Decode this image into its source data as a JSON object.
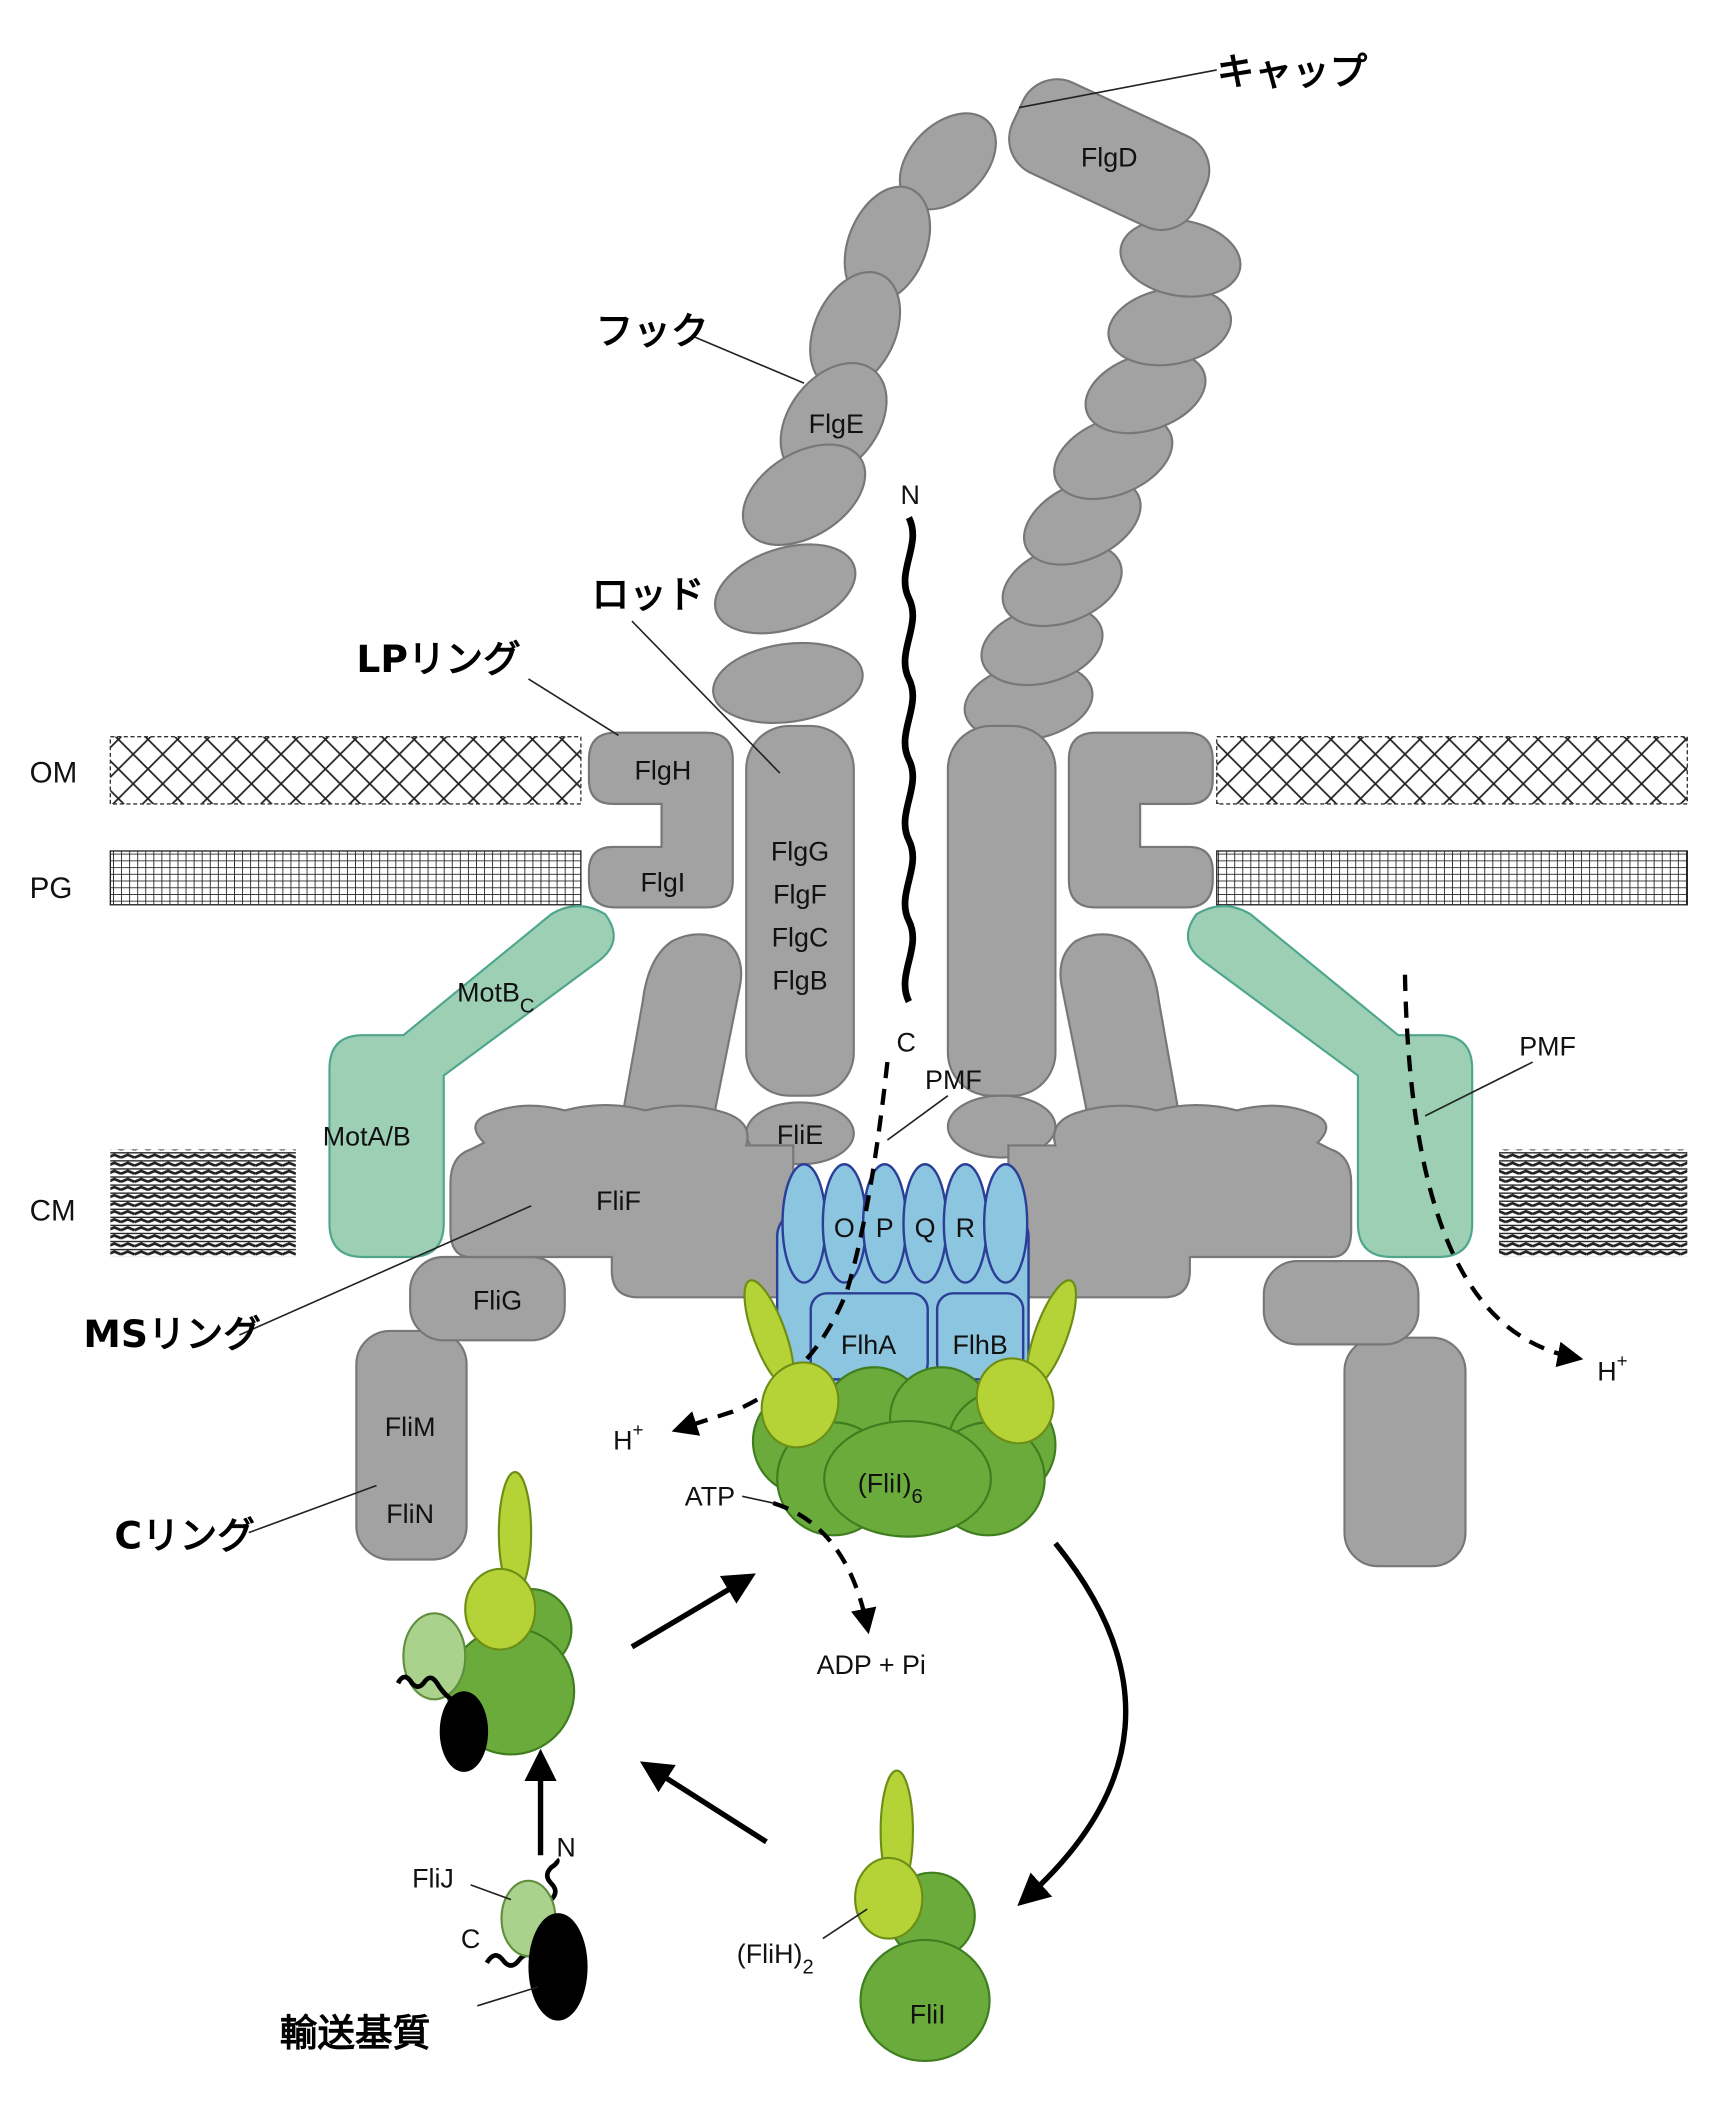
{
  "membranes": {
    "om": "OM",
    "pg": "PG",
    "cm": "CM"
  },
  "hook_cap": {
    "cap_label": "キャップ",
    "flgD": "FlgD",
    "hook_label": "フック",
    "flgE": "FlgE"
  },
  "lp_ring": {
    "label": "LPリング",
    "flgH": "FlgH",
    "flgI": "FlgI"
  },
  "rod": {
    "label": "ロッド",
    "proteins": [
      "FlgG",
      "FlgF",
      "FlgC",
      "FlgB"
    ],
    "fliE": "FliE"
  },
  "export_chain": {
    "n_terminus": "N",
    "c_terminus": "C"
  },
  "stator": {
    "motB": "MotB",
    "motB_subscript": "C",
    "motAB": "MotA/B"
  },
  "pmf": {
    "center_label": "PMF",
    "right_label": "PMF",
    "proton_left": "H",
    "charge_left": "+",
    "proton_right": "H",
    "charge_right": "+"
  },
  "ms_ring": {
    "label": "MSリング",
    "fliF": "FliF",
    "fliG": "FliG"
  },
  "c_ring": {
    "label": "Cリング",
    "fliM": "FliM",
    "fliN": "FliN"
  },
  "export_gate": {
    "subunits": [
      "O",
      "P",
      "Q",
      "R"
    ],
    "flhA": "FlhA",
    "flhB": "FlhB"
  },
  "atpase": {
    "complex": "(FliI)",
    "complex_subscript": "6",
    "atp": "ATP",
    "products": "ADP + Pi"
  },
  "cytoplasm": {
    "fliJ": "FliJ",
    "n_terminus": "N",
    "c_terminus": "C",
    "substrate_label": "輸送基質",
    "fliH": "(FliH)",
    "fliH_subscript": "2",
    "fliI": "FliI"
  },
  "colors": {
    "structure_gray": "#a2a2a2",
    "stator_green": "#9dcfb5",
    "export_gate_blue": "#8cc5df",
    "atpase_green": "#6aab3c",
    "fliH_yellow_green": "#b5d336",
    "fliJ_pale_green": "#aad28c",
    "substrate_black": "#000000"
  }
}
